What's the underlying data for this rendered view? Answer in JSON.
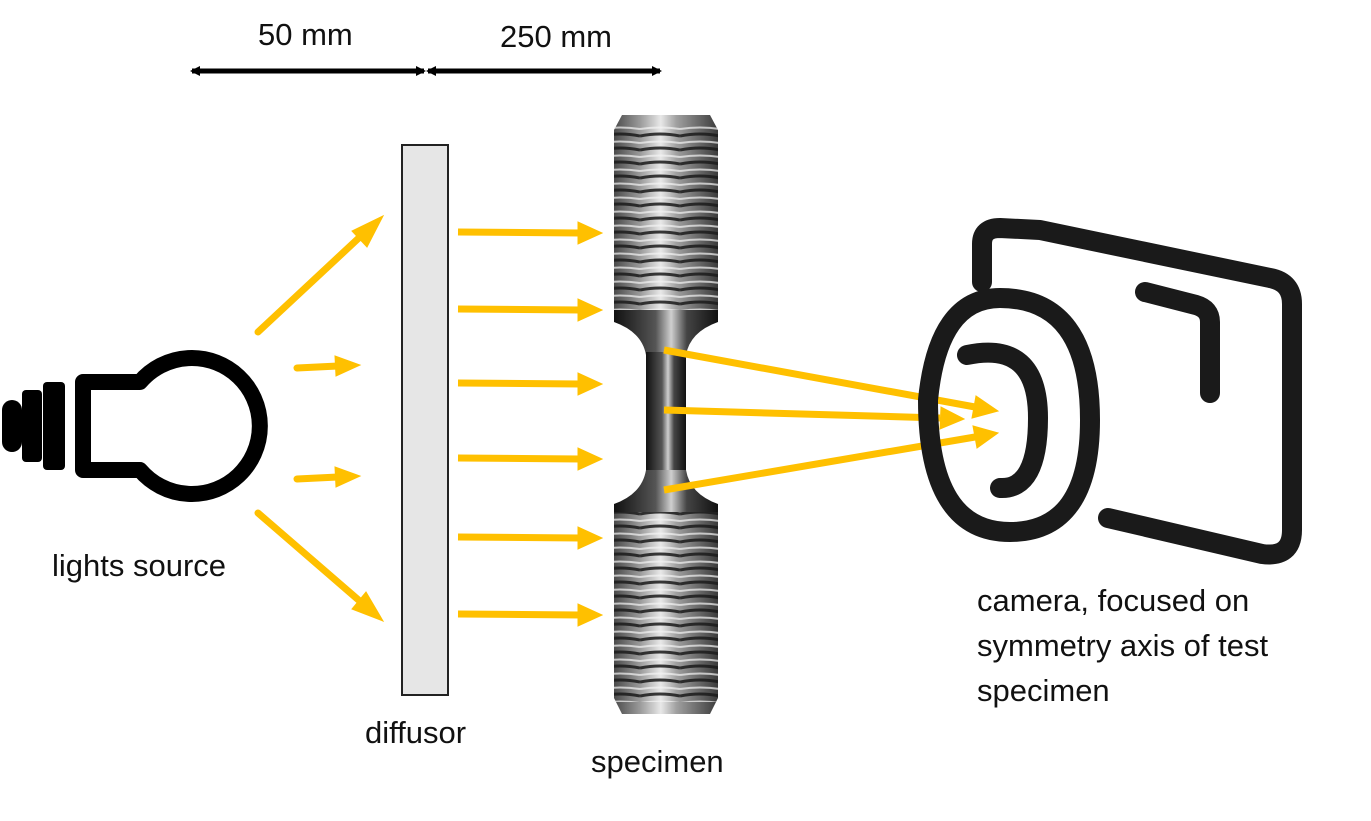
{
  "labels": {
    "dimension_left": "50 mm",
    "dimension_right": "250 mm",
    "light_source": "lights source",
    "diffusor": "diffusor",
    "specimen": "specimen",
    "camera": "camera, focused on symmetry axis of test specimen"
  },
  "colors": {
    "light_ray": "#FFC000",
    "outline": "#000000",
    "diffusor_fill": "#E6E6E6"
  },
  "icons": {
    "light_source": "light-bulb-icon",
    "camera": "camera-icon"
  }
}
